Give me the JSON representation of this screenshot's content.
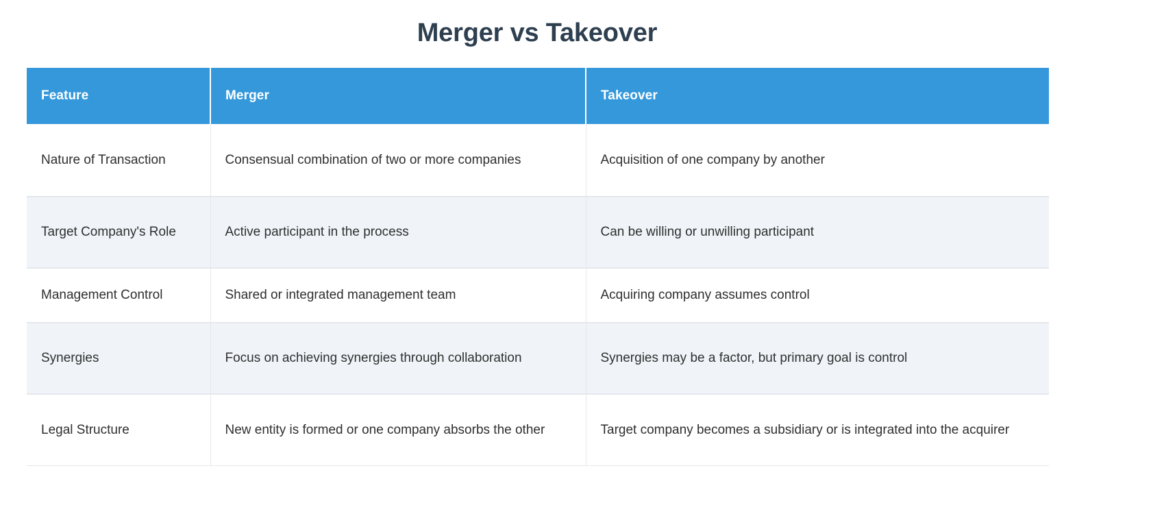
{
  "page": {
    "title": "Merger vs Takeover",
    "background_color": "#ffffff",
    "title_color": "#2e3f50"
  },
  "table": {
    "header_background": "#3498db",
    "header_text_color": "#ffffff",
    "stripe_color": "#f0f4f8",
    "columns": [
      {
        "key": "feature",
        "label": "Feature"
      },
      {
        "key": "merger",
        "label": "Merger"
      },
      {
        "key": "takeover",
        "label": "Takeover"
      }
    ],
    "rows": [
      {
        "feature": "Nature of Transaction",
        "merger": "Consensual combination of two or more companies",
        "takeover": "Acquisition of one company by another"
      },
      {
        "feature": "Target Company's Role",
        "merger": "Active participant in the process",
        "takeover": "Can be willing or unwilling participant"
      },
      {
        "feature": "Management Control",
        "merger": "Shared or integrated management team",
        "takeover": "Acquiring company assumes control"
      },
      {
        "feature": "Synergies",
        "merger": "Focus on achieving synergies through collaboration",
        "takeover": "Synergies may be a factor, but primary goal is control"
      },
      {
        "feature": "Legal Structure",
        "merger": "New entity is formed or one company absorbs the other",
        "takeover": "Target company becomes a subsidiary or is integrated into the acquirer"
      }
    ]
  }
}
